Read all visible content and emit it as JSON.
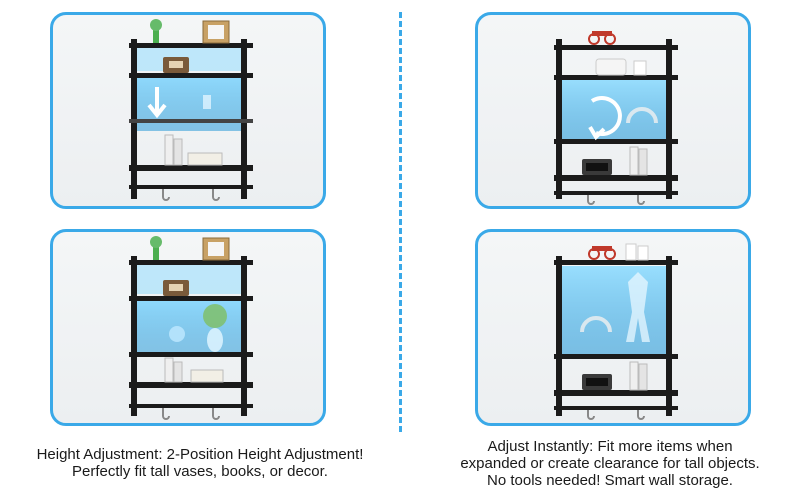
{
  "panels": [
    {
      "id": "p1",
      "arrow": "down-arrow",
      "description_hidden": true
    },
    {
      "id": "p2",
      "arrow": null
    },
    {
      "id": "p3",
      "arrow": "rotate-arrow"
    },
    {
      "id": "p4",
      "arrow": null
    }
  ],
  "captions": {
    "left": {
      "line1": "Height Adjustment:  2-Position Height Adjustment!",
      "line2": "Perfectly fit tall vases, books, or decor."
    },
    "right": {
      "line1": "Adjust Instantly: Fit more items when",
      "line2": "expanded or create clearance for tall objects.",
      "line3": "No tools needed! Smart wall storage."
    }
  },
  "colors": {
    "accent": "#3aa9e8",
    "shelf": "#1b1b1b",
    "glow": "#59c6ff"
  }
}
